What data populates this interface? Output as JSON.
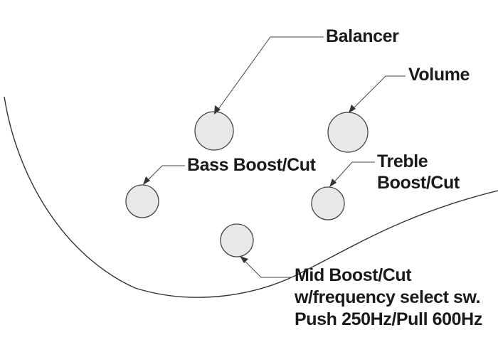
{
  "diagram": {
    "colors": {
      "knob_fill": "#e8e8e8",
      "stroke": "#444444",
      "text": "#1a1a1a",
      "background": "#ffffff"
    },
    "labels": {
      "balancer": "Balancer",
      "volume": "Volume",
      "bass": "Bass Boost/Cut",
      "treble_line1": "Treble",
      "treble_line2": "Boost/Cut",
      "mid_line1": "Mid Boost/Cut",
      "mid_line2": "w/frequency select sw.",
      "mid_line3": "Push 250Hz/Pull 600Hz"
    }
  }
}
